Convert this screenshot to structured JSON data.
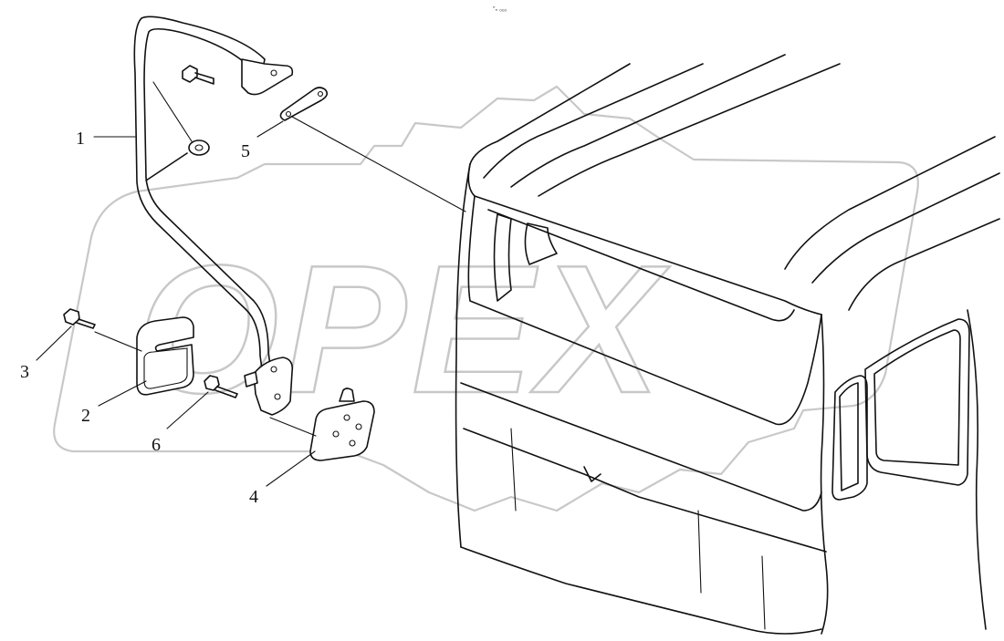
{
  "diagram": {
    "watermark_text": "OPEX",
    "header_mark": "″ₙ ₒₒₒ",
    "callouts": [
      {
        "id": "1",
        "label": "1"
      },
      {
        "id": "2",
        "label": "2"
      },
      {
        "id": "3",
        "label": "3"
      },
      {
        "id": "4",
        "label": "4"
      },
      {
        "id": "5",
        "label": "5"
      },
      {
        "id": "6",
        "label": "6"
      }
    ]
  }
}
